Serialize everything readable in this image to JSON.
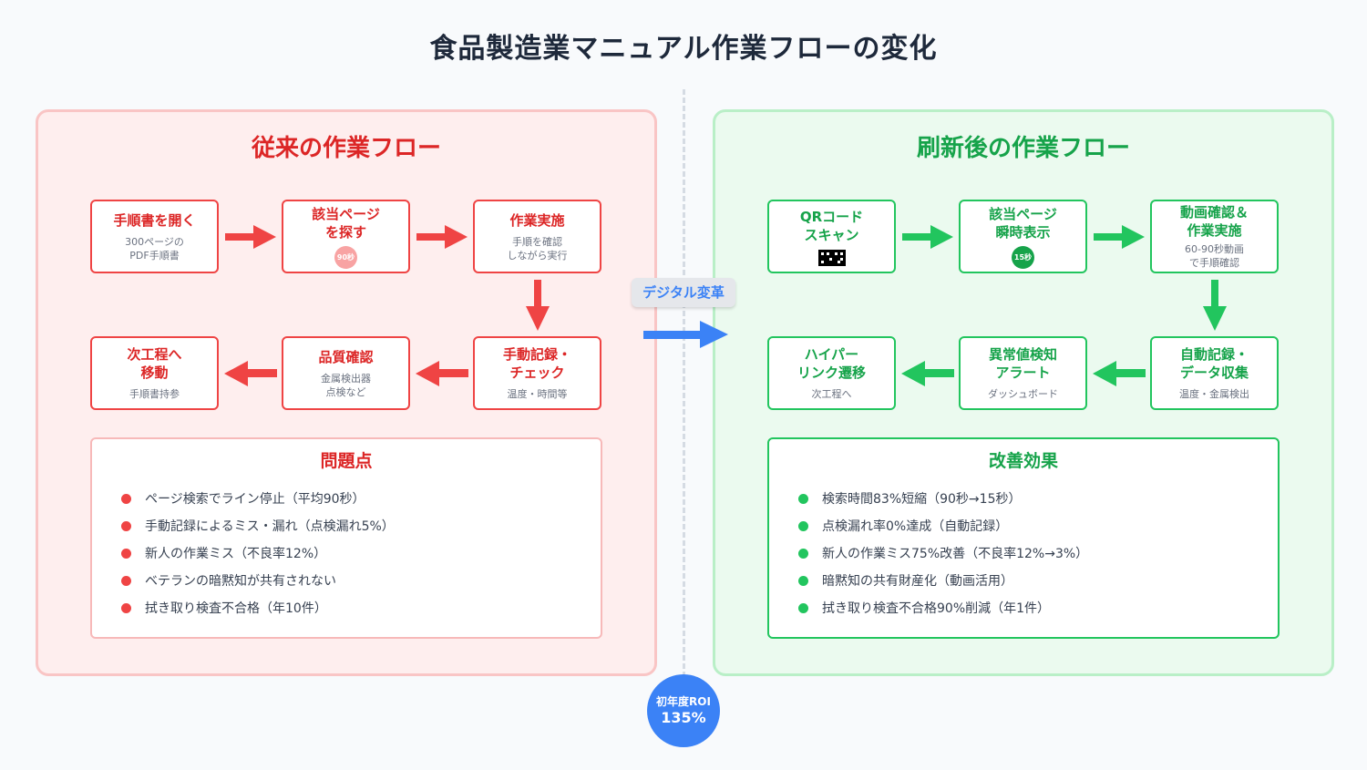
{
  "title": "食品製造業マニュアル作業フローの変化",
  "transform_label": "デジタル変革",
  "roi": {
    "label": "初年度ROI",
    "value": "135%"
  },
  "colors": {
    "old": "#ef4444",
    "new": "#22c55e",
    "accent": "#3b82f6"
  },
  "old_flow": {
    "title": "従来の作業フロー",
    "steps": [
      {
        "title": "手順書を開く",
        "sub": "300ページの\nPDF手順書"
      },
      {
        "title": "該当ページ\nを探す",
        "badge": "90秒"
      },
      {
        "title": "作業実施",
        "sub": "手順を確認\nしながら実行"
      },
      {
        "title": "手動記録・\nチェック",
        "sub": "温度・時間等"
      },
      {
        "title": "品質確認",
        "sub": "金属検出器\n点検など"
      },
      {
        "title": "次工程へ\n移動",
        "sub": "手順書持参"
      }
    ],
    "issues_title": "問題点",
    "issues": [
      "ページ検索でライン停止（平均90秒）",
      "手動記録によるミス・漏れ（点検漏れ5%）",
      "新人の作業ミス（不良率12%）",
      "ベテランの暗黙知が共有されない",
      "拭き取り検査不合格（年10件）"
    ]
  },
  "new_flow": {
    "title": "刷新後の作業フロー",
    "steps": [
      {
        "title": "QRコード\nスキャン",
        "icon": "qr-code-icon"
      },
      {
        "title": "該当ページ\n瞬時表示",
        "badge": "15秒"
      },
      {
        "title": "動画確認＆\n作業実施",
        "sub": "60-90秒動画\nで手順確認"
      },
      {
        "title": "自動記録・\nデータ収集",
        "sub": "温度・金属検出"
      },
      {
        "title": "異常値検知\nアラート",
        "sub": "ダッシュボード"
      },
      {
        "title": "ハイパー\nリンク遷移",
        "sub": "次工程へ"
      }
    ],
    "effects_title": "改善効果",
    "effects": [
      "検索時間83%短縮（90秒→15秒）",
      "点検漏れ率0%達成（自動記録）",
      "新人の作業ミス75%改善（不良率12%→3%）",
      "暗黙知の共有財産化（動画活用）",
      "拭き取り検査不合格90%削減（年1件）"
    ]
  }
}
